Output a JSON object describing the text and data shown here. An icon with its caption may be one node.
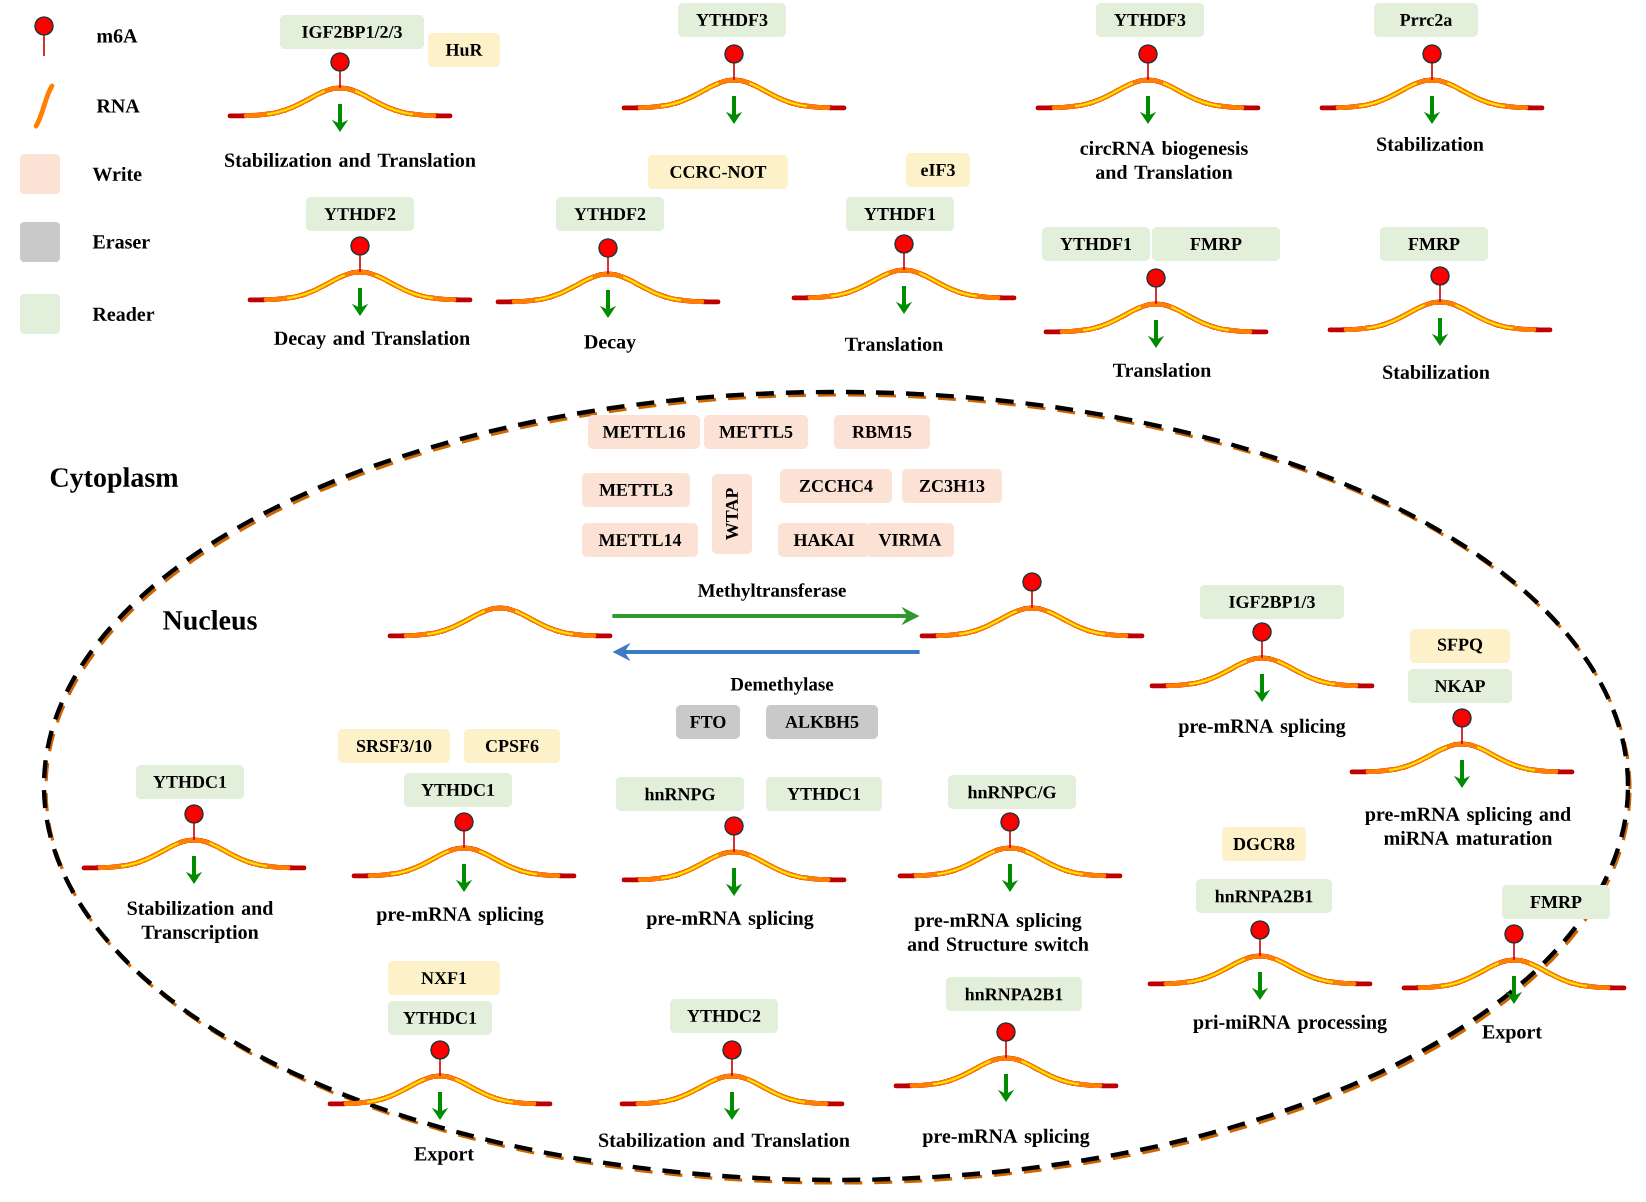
{
  "diagram": {
    "nodes": [
      {
        "text": [
          "IGF2BP1/2/3"
        ]
      },
      {
        "text": [
          "HuR"
        ]
      },
      {
        "text": [
          "YTHDF3"
        ]
      },
      {
        "text": [
          "YTHDF3"
        ]
      },
      {
        "text": [
          "Prrc2a"
        ]
      },
      {
        "text": [
          "CCRC-NOT"
        ]
      },
      {
        "text": [
          "eIF3"
        ]
      },
      {
        "text": [
          "YTHDF2"
        ]
      },
      {
        "text": [
          "YTHDF2"
        ]
      },
      {
        "text": [
          "YTHDF1"
        ]
      },
      {
        "text": [
          "YTHDF1"
        ]
      },
      {
        "text": [
          "FMRP"
        ]
      },
      {
        "text": [
          "FMRP"
        ]
      },
      {
        "text": [
          "METTL16"
        ]
      },
      {
        "text": [
          "METTL5"
        ]
      },
      {
        "text": [
          "RBM15"
        ]
      },
      {
        "text": [
          "METTL3"
        ]
      },
      {
        "text": [
          "WTAP"
        ]
      },
      {
        "text": [
          "ZCCHC4"
        ]
      },
      {
        "text": [
          "ZC3H13"
        ]
      },
      {
        "text": [
          "METTL14"
        ]
      },
      {
        "text": [
          "HAKAI"
        ]
      },
      {
        "text": [
          "VIRMA"
        ]
      },
      {
        "text": [],
        "shape": "picture"
      },
      {
        "text": [],
        "shape": "picture"
      },
      {
        "text": [
          "FTO"
        ]
      },
      {
        "text": [
          "ALKBH5"
        ]
      },
      {
        "text": [
          "IGF2BP1/3"
        ]
      },
      {
        "text": [
          "SFPQ"
        ]
      },
      {
        "text": [
          "NKAP"
        ]
      },
      {
        "text": [
          "SRSF3/10"
        ]
      },
      {
        "text": [
          "CPSF6"
        ]
      },
      {
        "text": [
          "YTHDC1"
        ]
      },
      {
        "text": [
          "YTHDC1"
        ]
      },
      {
        "text": [
          "hnRNPG"
        ]
      },
      {
        "text": [
          "YTHDC1"
        ]
      },
      {
        "text": [
          "hnRNPC/G"
        ]
      },
      {
        "text": [
          "DGCR8"
        ]
      },
      {
        "text": [
          "hnRNPA2B1"
        ]
      },
      {
        "text": [
          "FMRP"
        ]
      },
      {
        "text": [
          "NXF1"
        ]
      },
      {
        "text": [
          "hnRNPA2B1"
        ]
      },
      {
        "text": [
          "YTHDC1"
        ]
      },
      {
        "text": [
          "YTHDC2"
        ]
      }
    ],
    "edges": [
      {
        "from": 23,
        "to": 24,
        "arrow": "to",
        "label": "Methyltransferase",
        "color": "#2e9a2e"
      },
      {
        "from": 24,
        "to": 23,
        "arrow": "to",
        "label": "Demethylase",
        "color": "#3b7bc4"
      }
    ],
    "labels": [
      "Stabilization and Translation",
      "circRNA biogenesis and Translation",
      "Stabilization",
      "Decay and Translation",
      "Decay",
      "Translation",
      "Translation",
      "Stabilization",
      "Cytoplasm",
      "Nucleus",
      "pre-mRNA splicing",
      "pre-mRNA splicing and miRNA maturation",
      "Stabilization and Transcription",
      "pre-mRNA splicing",
      "pre-mRNA splicing",
      "pre-mRNA splicing and Structure switch",
      "pri-miRNA processing",
      "Export",
      "Stabilization and Translation",
      "pre-mRNA splicing",
      "Export"
    ],
    "legend": [
      {
        "text": "m6A"
      },
      {
        "text": "RNA"
      },
      {
        "text": "Write",
        "color": "#fbe2d5"
      },
      {
        "text": "Eraser",
        "color": "#c9c9c9"
      },
      {
        "text": "Reader",
        "color": "#e2efda"
      }
    ]
  }
}
